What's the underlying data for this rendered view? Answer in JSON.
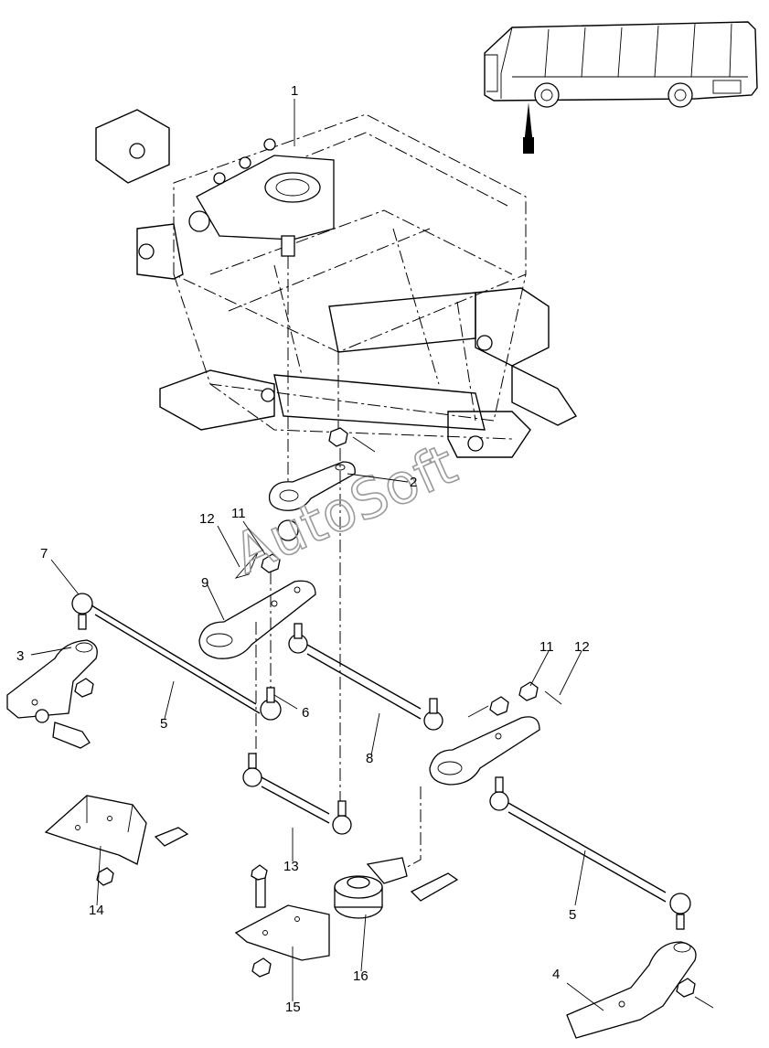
{
  "watermark": "AutoSoft",
  "callouts": {
    "c1": "1",
    "c2": "2",
    "c3": "3",
    "c4": "4",
    "c5a": "5",
    "c5b": "5",
    "c6": "6",
    "c7": "7",
    "c8": "8",
    "c9": "9",
    "c11a": "11",
    "c11b": "11",
    "c12a": "12",
    "c12b": "12",
    "c13": "13",
    "c14": "14",
    "c15": "15",
    "c16": "16"
  },
  "icons": [
    "bus-locator-icon",
    "location-arrow-icon"
  ]
}
